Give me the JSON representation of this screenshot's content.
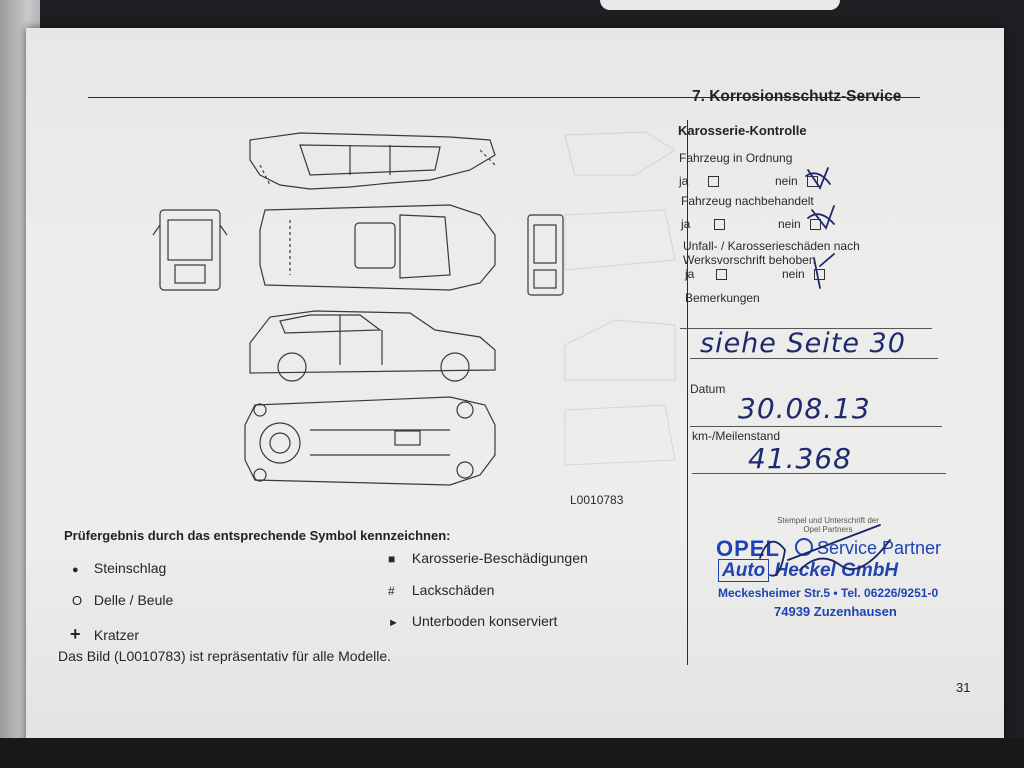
{
  "header": {
    "section_title": "7. Korrosionsschutz-Service"
  },
  "diagram": {
    "code": "L0010783"
  },
  "legend": {
    "heading": "Prüfergebnis durch das entsprechende Symbol kennzeichnen:",
    "items": [
      {
        "symbol": "●",
        "label": "Steinschlag"
      },
      {
        "symbol": "O",
        "label": "Delle / Beule"
      },
      {
        "symbol": "+",
        "label": "Kratzer"
      },
      {
        "symbol": "■",
        "label": "Karosserie-Beschädigungen"
      },
      {
        "symbol": "#",
        "label": "Lackschäden"
      },
      {
        "symbol": "►",
        "label": "Unterboden konserviert"
      }
    ],
    "note": "Das Bild (L0010783) ist repräsentativ für alle Modelle."
  },
  "form": {
    "title": "Karosserie-Kontrolle",
    "q1": {
      "label": "Fahrzeug in Ordnung",
      "yes": "ja",
      "no": "nein"
    },
    "q2": {
      "label": "Fahrzeug nachbehandelt",
      "yes": "ja",
      "no": "nein"
    },
    "q3": {
      "label_line1": "Unfall- / Karosserieschäden nach",
      "label_line2": "Werksvorschrift behoben",
      "yes": "ja",
      "no": "nein"
    },
    "remarks_label": "Bemerkungen",
    "remarks_value": "siehe Seite 30",
    "date_label": "Datum",
    "date_value": "30.08.13",
    "km_label": "km-/Meilenstand",
    "km_value": "41.368"
  },
  "stamp": {
    "caption_line1": "Stempel und Unterschrift der",
    "caption_line2": "Opel Partners",
    "brand": "OPEL",
    "service": "Service Partner",
    "company_a": "Auto",
    "company_b": "Heckel GmbH",
    "address": "Meckesheimer Str.5 • Tel. 06226/9251-0",
    "city": "74939 Zuzenhausen"
  },
  "footer": {
    "page_number": "31"
  }
}
